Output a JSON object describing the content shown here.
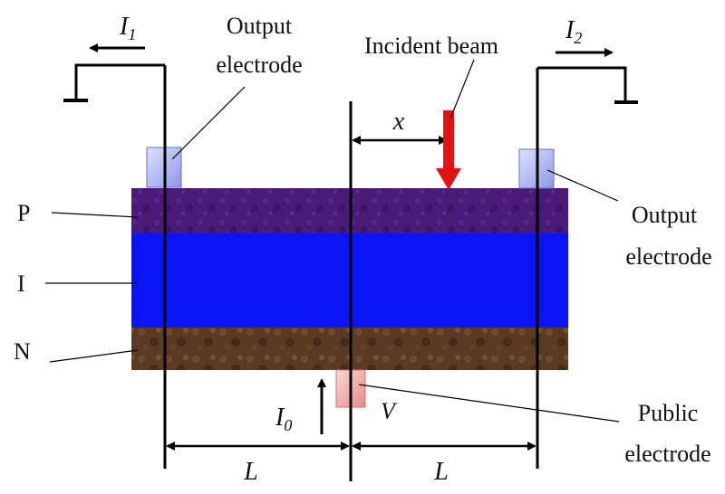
{
  "labels": {
    "i1_letter": "I",
    "i1_sub": "1",
    "i2_letter": "I",
    "i2_sub": "2",
    "i0_letter": "I",
    "i0_sub": "0",
    "output_electrode_left_line1": "Output",
    "output_electrode_left_line2": "electrode",
    "incident_beam": "Incident beam",
    "x": "x",
    "output_electrode_right_line1": "Output",
    "output_electrode_right_line2": "electrode",
    "layer_p": "P",
    "layer_i": "I",
    "layer_n": "N",
    "v": "V",
    "public_electrode_line1": "Public",
    "public_electrode_line2": "electrode",
    "length_left": "L",
    "length_right": "L"
  },
  "colors": {
    "p_layer": "#4a1a78",
    "i_layer": "#0a14f5",
    "n_layer": "#5a3a22",
    "output_electrode": "#b8c0f4",
    "public_electrode": "#f2a8a8",
    "beam": "#e01414",
    "line": "#000000"
  }
}
